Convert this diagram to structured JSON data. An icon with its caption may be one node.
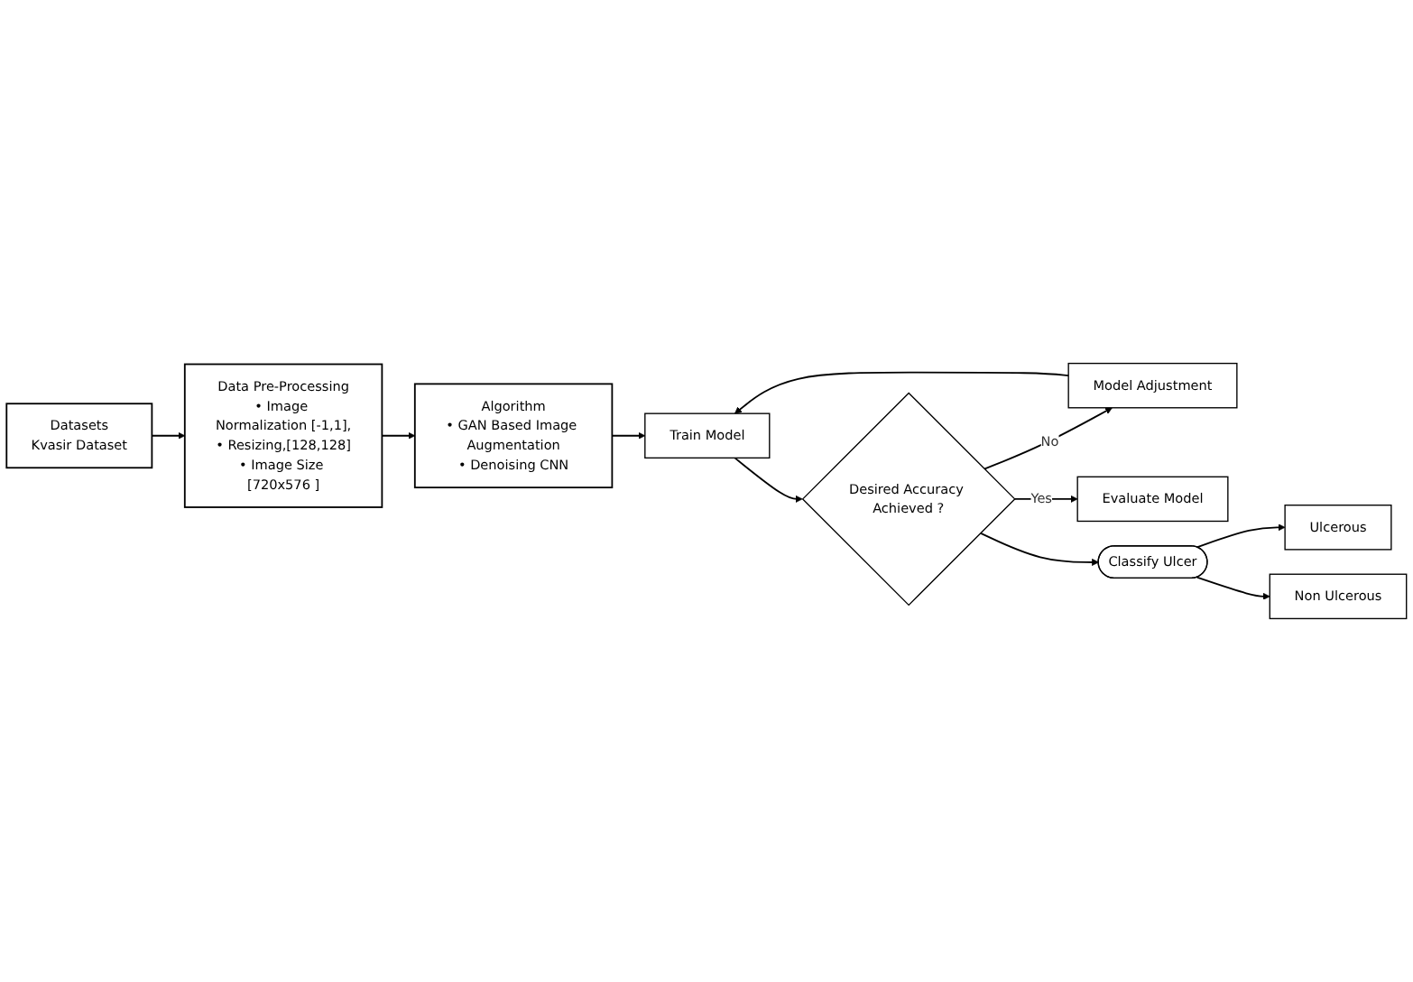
{
  "diagram": {
    "nodes": [
      {
        "text": [
          "Datasets",
          "Kvasir Dataset"
        ]
      },
      {
        "text": [
          "Data Pre-Processing",
          "• Image Normalization [-1,1],",
          "• Resizing,[128,128]",
          "• Image Size [720x576 ]"
        ]
      },
      {
        "text": [
          "Algorithm",
          "• GAN Based Image Augmentation",
          "• Denoising CNN"
        ]
      },
      {
        "text": [
          "Train Model"
        ]
      },
      {
        "text": [
          "Desired Accuracy Achieved ?"
        ]
      },
      {
        "text": [
          "Model Adjustment"
        ]
      },
      {
        "text": [
          "Evaluate Model"
        ]
      },
      {
        "text": [
          "Classify Ulcer"
        ]
      },
      {
        "text": [
          "Ulcerous"
        ]
      },
      {
        "text": [
          "Non Ulcerous"
        ]
      }
    ],
    "edges": [
      {
        "from": 0,
        "to": 1,
        "arrow": "to"
      },
      {
        "from": 1,
        "to": 2,
        "arrow": "to"
      },
      {
        "from": 2,
        "to": 3,
        "arrow": "to"
      },
      {
        "from": 3,
        "to": 4,
        "arrow": "to"
      },
      {
        "from": 4,
        "to": 5,
        "arrow": "to",
        "label": "No"
      },
      {
        "from": 5,
        "to": 3,
        "arrow": "to"
      },
      {
        "from": 4,
        "to": 6,
        "arrow": "to",
        "label": "Yes"
      },
      {
        "from": 4,
        "to": 7,
        "arrow": "to"
      },
      {
        "from": 7,
        "to": 8,
        "arrow": "to"
      },
      {
        "from": 7,
        "to": 9,
        "arrow": "to"
      }
    ]
  }
}
